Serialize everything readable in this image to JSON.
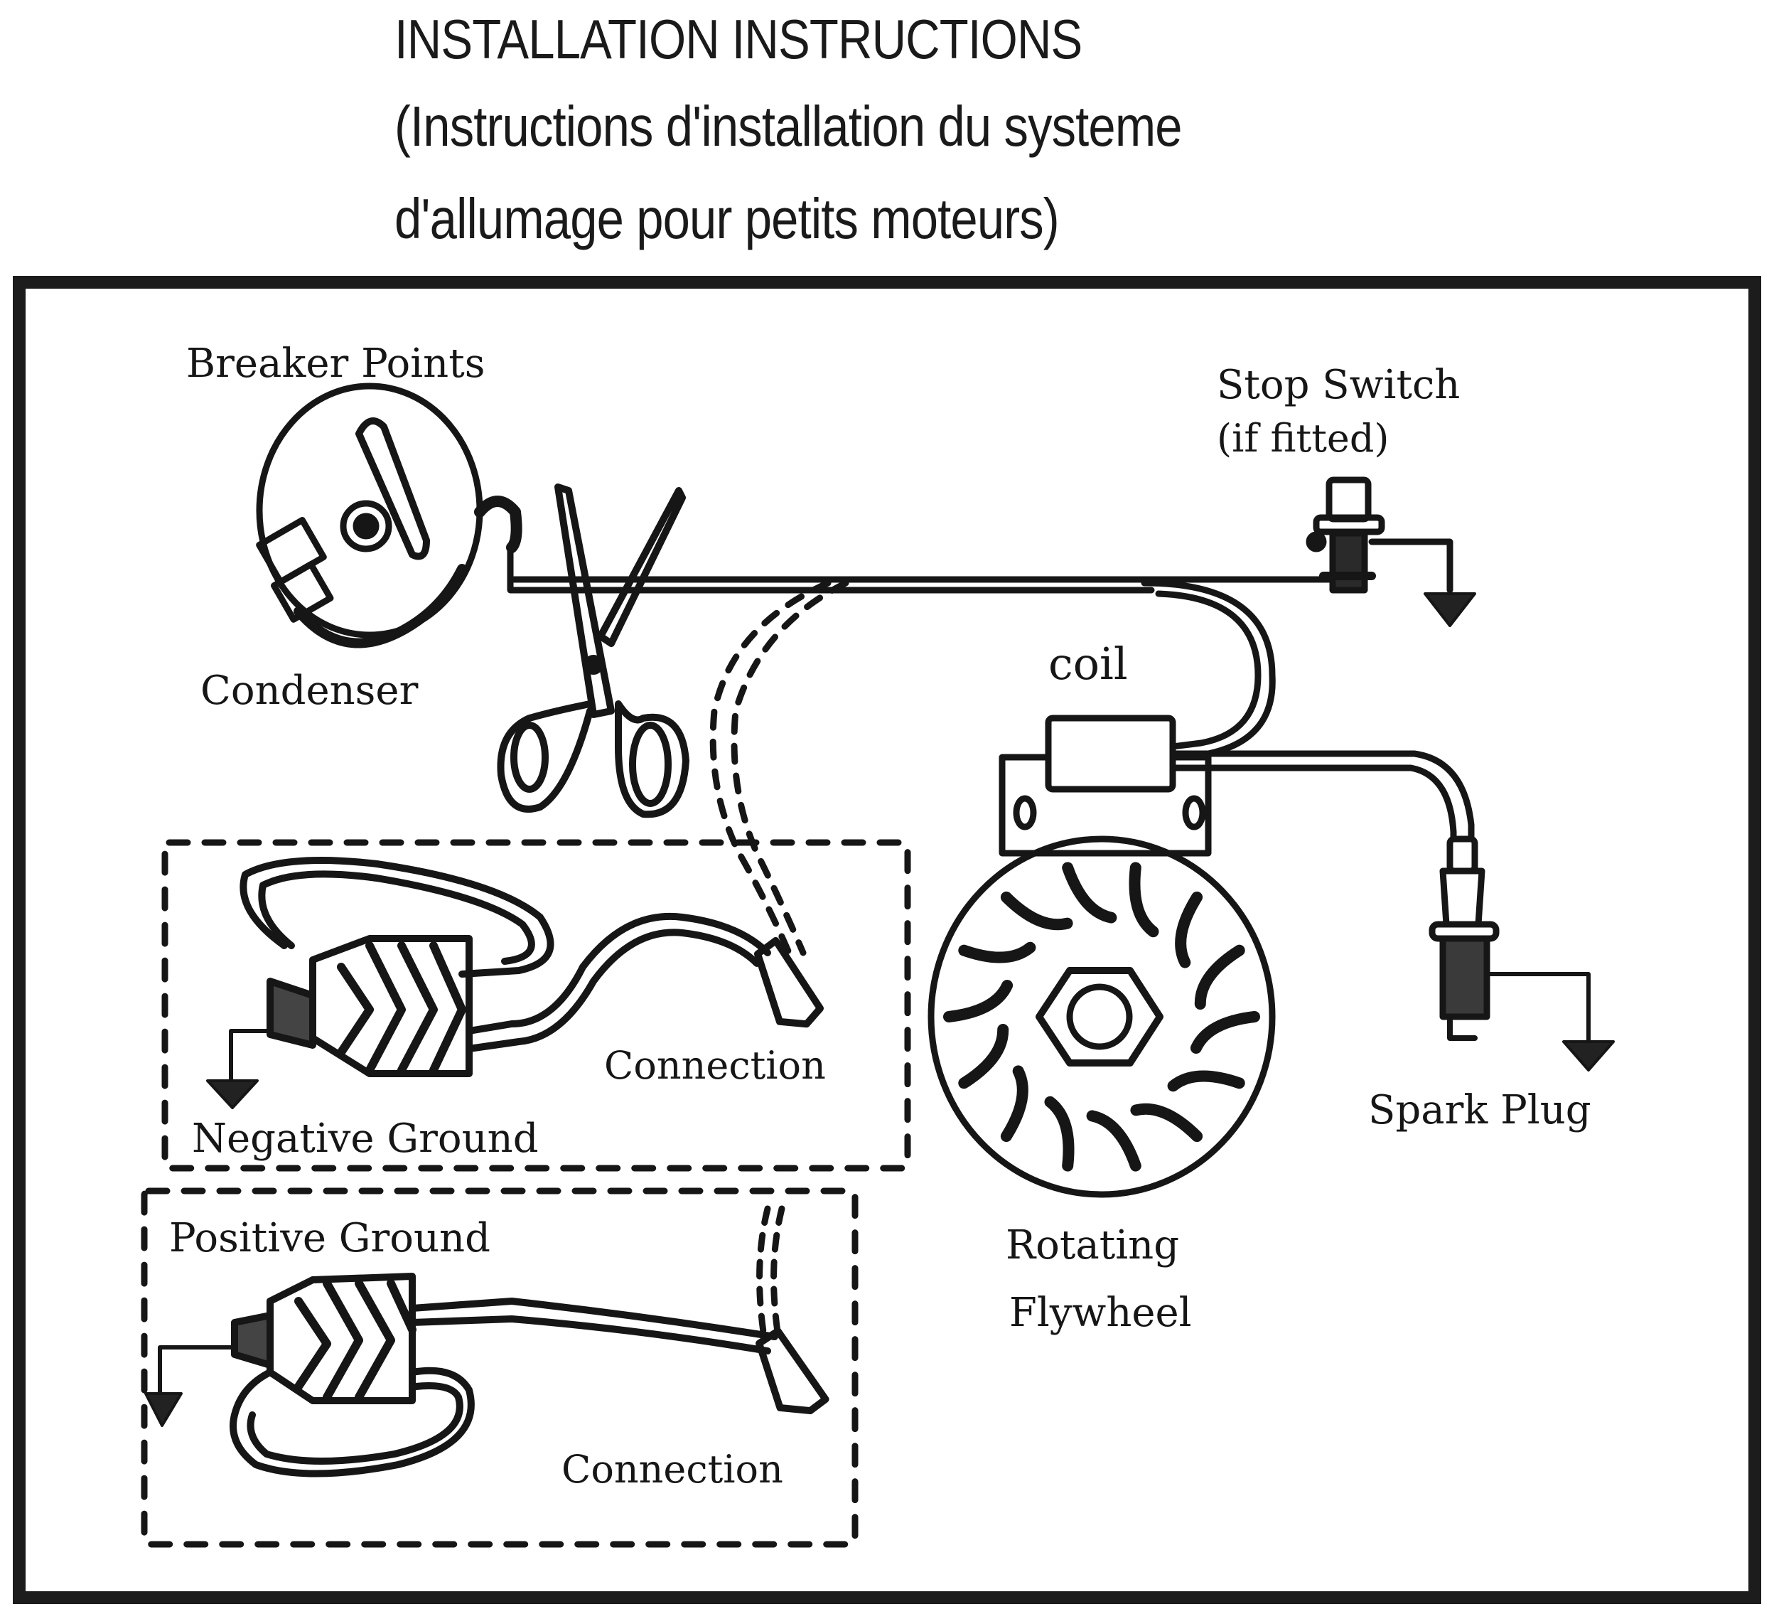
{
  "header": {
    "title": "INSTALLATION INSTRUCTIONS",
    "subtitle_line1": "(Instructions d'installation du systeme",
    "subtitle_line2": "d'allumage pour petits moteurs)"
  },
  "diagram": {
    "labels": {
      "breaker_points": "Breaker Points",
      "condenser": "Condenser",
      "stop_switch": "Stop Switch",
      "stop_switch_note": "(if fitted)",
      "coil": "coil",
      "spark_plug": "Spark Plug",
      "rotating": "Rotating",
      "flywheel": "Flywheel",
      "negative_ground": "Negative Ground",
      "negative_connection": "Connection",
      "positive_ground": "Positive Ground",
      "positive_connection": "Connection"
    },
    "components": [
      "breaker-points",
      "condenser",
      "scissors",
      "stop-switch",
      "coil",
      "spark-plug",
      "flywheel",
      "ignition-module-negative-ground",
      "ignition-module-positive-ground",
      "ground-symbols"
    ],
    "ink_color": "#161616",
    "paper_color": "#ffffff"
  }
}
